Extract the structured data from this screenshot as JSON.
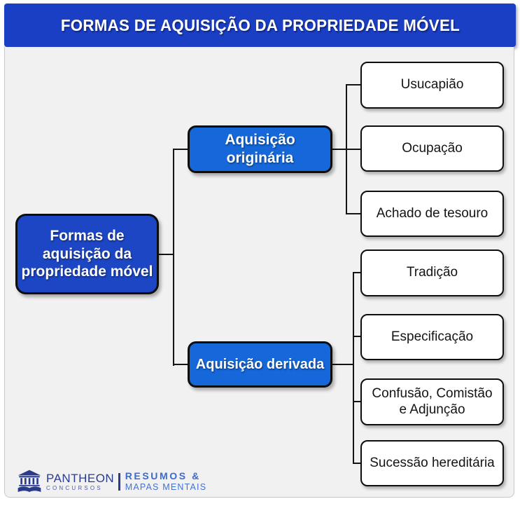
{
  "header": {
    "title": "FORMAS DE AQUISIÇÃO DA PROPRIEDADE MÓVEL"
  },
  "tree": {
    "root": {
      "label": "Formas de aquisição da propriedade móvel",
      "lines": [
        "Formas de",
        "aquisição da",
        "propriedade móvel"
      ]
    },
    "branches": [
      {
        "label": "Aquisição originária",
        "lines": [
          "Aquisição",
          "originária"
        ],
        "children": [
          {
            "label": "Usucapião"
          },
          {
            "label": "Ocupação"
          },
          {
            "label": "Achado de tesouro"
          }
        ]
      },
      {
        "label": "Aquisição derivada",
        "children": [
          {
            "label": "Tradição"
          },
          {
            "label": "Especificação"
          },
          {
            "label": "Confusão, Comistão e Adjunção",
            "lines": [
              "Confusão, Comistão",
              "e Adjunção"
            ]
          },
          {
            "label": "Sucessão hereditária"
          }
        ]
      }
    ]
  },
  "footer": {
    "brand_name": "PANTHEON",
    "brand_sub": "CONCURSOS",
    "tagline_line1": "RESUMOS &",
    "tagline_line2": "MAPAS MENTAIS",
    "icon": "pantheon-temple-icon"
  },
  "colors": {
    "header_blue": "#1b3fc4",
    "root_blue": "#1d46c4",
    "branch_blue": "#1668da",
    "panel_bg": "#f1f1f2",
    "connector_line": "#141414",
    "brand_navy": "#2b3b8c",
    "tagline_blue": "#3a6ad2"
  }
}
